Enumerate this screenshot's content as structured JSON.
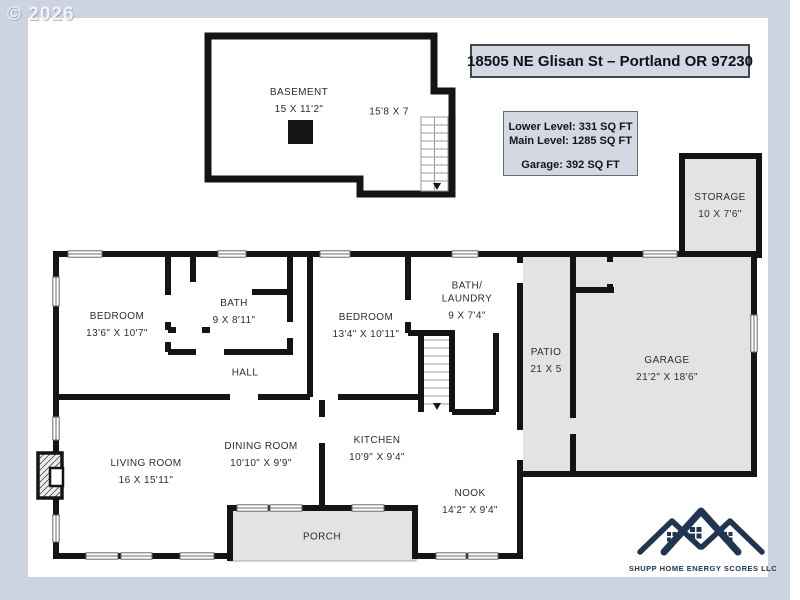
{
  "page": {
    "copyright": "© 2026"
  },
  "header": {
    "address": "18505 NE Glisan St – Portland OR 97230"
  },
  "stats": {
    "lower": "Lower Level: 331 SQ FT",
    "main": "Main Level: 1285 SQ FT",
    "garage": "Garage: 392 SQ FT"
  },
  "rooms": {
    "basement": {
      "name": "BASEMENT",
      "dims": "15 X 11'2\""
    },
    "basement_wing": {
      "dims": "15'8 X 7"
    },
    "storage": {
      "name": "STORAGE",
      "dims": "10 X 7'6\""
    },
    "bedroom1": {
      "name": "BEDROOM",
      "dims": "13'6\" X 10'7\""
    },
    "bath": {
      "name": "BATH",
      "dims": "9 X 8'11\""
    },
    "hall": {
      "name": "HALL"
    },
    "bedroom2": {
      "name": "BEDROOM",
      "dims": "13'4\" X 10'11\""
    },
    "bath_laundry": {
      "name": "BATH/",
      "name2": "LAUNDRY",
      "dims": "9 X 7'4\""
    },
    "patio": {
      "name": "PATIO",
      "dims": "21 X 5"
    },
    "garage": {
      "name": "GARAGE",
      "dims": "21'2\" X 18'6\""
    },
    "living": {
      "name": "LIVING ROOM",
      "dims": "16 X 15'11\""
    },
    "dining": {
      "name": "DINING ROOM",
      "dims": "10'10\" X 9'9\""
    },
    "kitchen": {
      "name": "KITCHEN",
      "dims": "10'9\" X 9'4\""
    },
    "nook": {
      "name": "NOOK",
      "dims": "14'2\" X 9'4\""
    },
    "porch": {
      "name": "PORCH"
    }
  },
  "logo": {
    "text": "SHUPP HOME ENERGY SCORES LLC"
  },
  "colors": {
    "wall": "#141414",
    "floor_shaded": "#e3e3e3",
    "frame_border": "#ccd3e1",
    "info_box_fill": "#d3d8e2",
    "logo_navy": "#203650"
  }
}
